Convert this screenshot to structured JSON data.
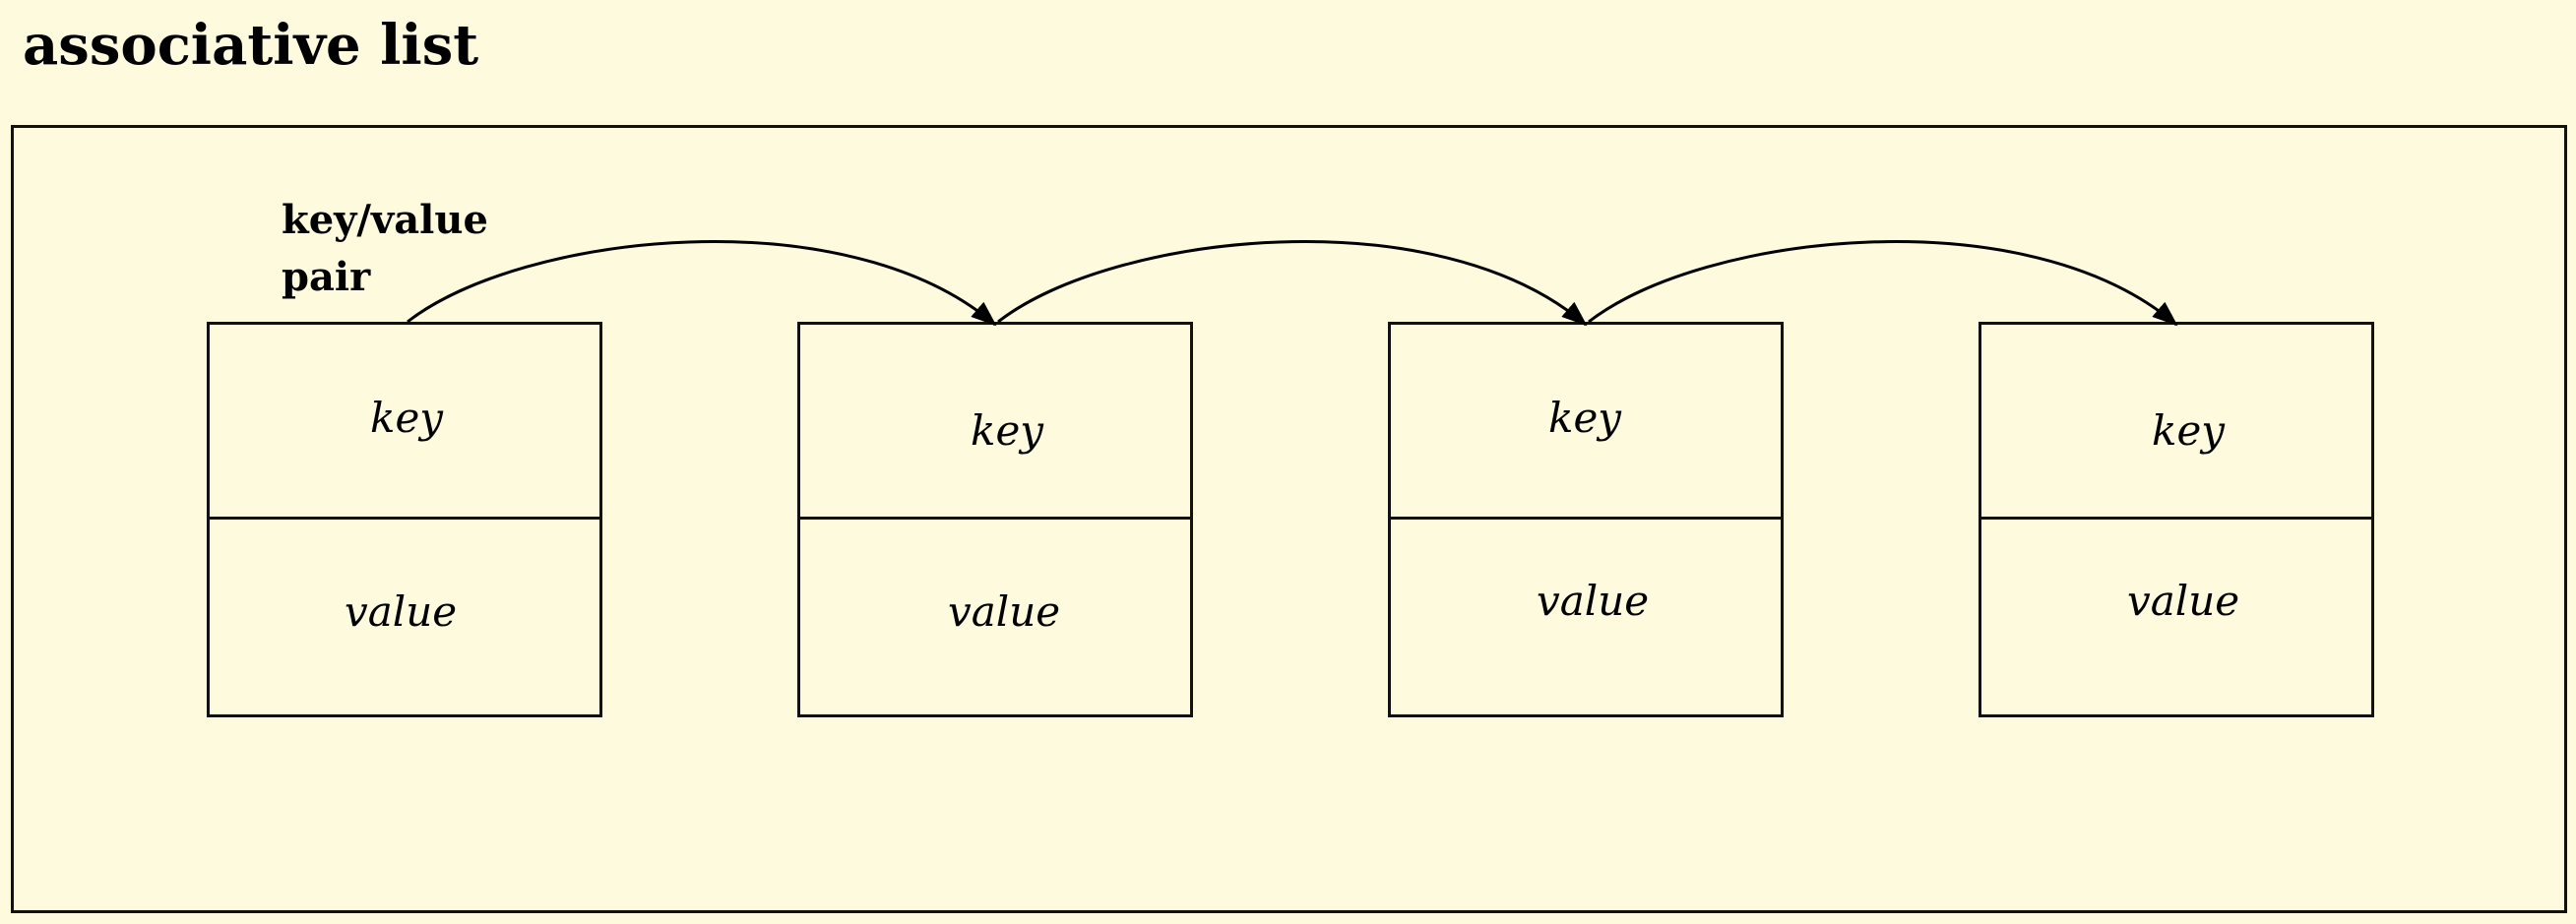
{
  "title": "associative list",
  "pair_label": [
    "key/value",
    "pair"
  ],
  "nodes": [
    {
      "key": "key",
      "value": "value"
    },
    {
      "key": "key",
      "value": "value"
    },
    {
      "key": "key",
      "value": "value"
    },
    {
      "key": "key",
      "value": "value"
    }
  ]
}
